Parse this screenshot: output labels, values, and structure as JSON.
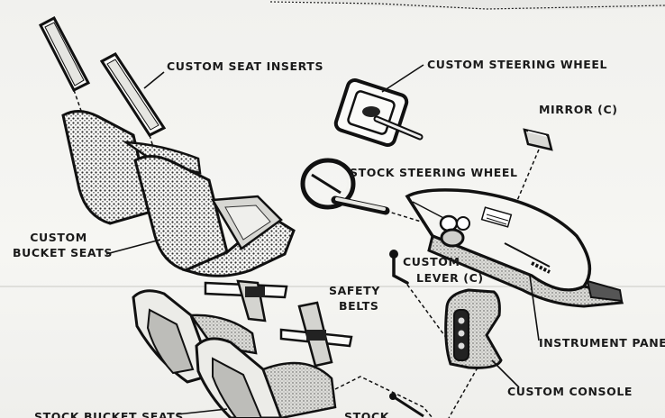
{
  "labels": {
    "custom_seat_inserts": "CUSTOM SEAT INSERTS",
    "custom_steering_wheel": "CUSTOM STEERING WHEEL",
    "mirror": "MIRROR (C)",
    "stock_steering_wheel": "STOCK STEERING WHEEL",
    "custom": "CUSTOM",
    "bucket_seats": "BUCKET SEATS",
    "custom_lever_line1": "CUSTOM",
    "custom_lever_line2": "LEVER (C)",
    "safety": "SAFETY",
    "belts": "BELTS",
    "instrument_panel": "INSTRUMENT PANEL",
    "custom_console": "CUSTOM CONSOLE",
    "stock_bucket_seats": "STOCK BUCKET SEATS",
    "stock": "STOCK"
  }
}
